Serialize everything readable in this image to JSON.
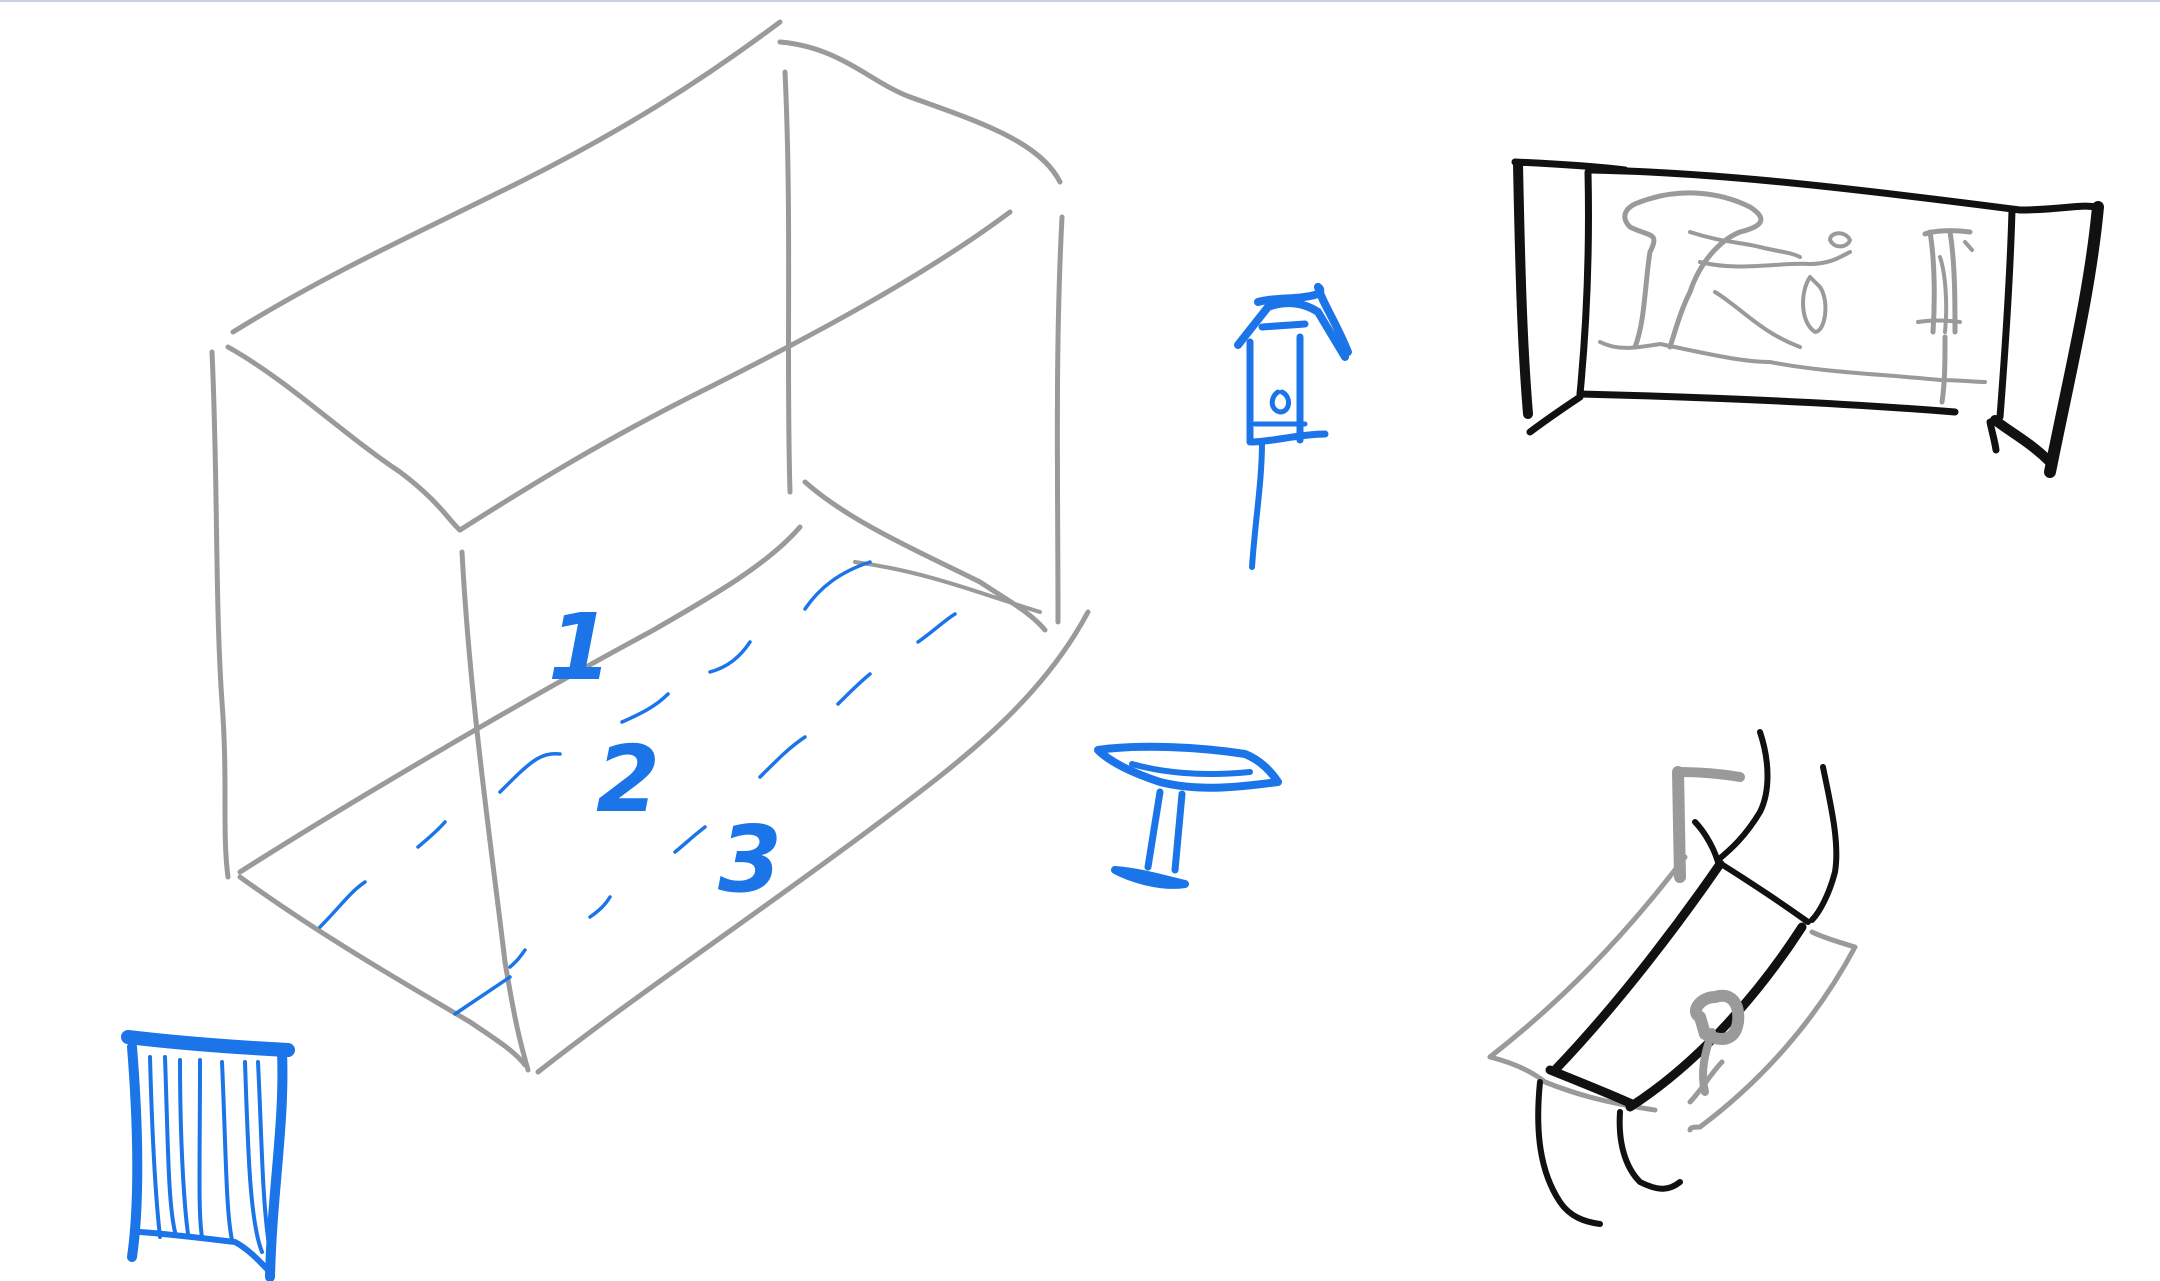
{
  "canvas": {
    "background": "#ffffff",
    "top_border_color": "#c8d0dc"
  },
  "colors": {
    "gray_ink": "#9a9a9a",
    "blue_ink": "#1b74e8",
    "black_ink": "#111111"
  },
  "labels": {
    "one": "1",
    "two": "2",
    "three": "3"
  },
  "icons": [
    "wireframe-box-sketch",
    "birdhouse-icon",
    "birdbath-icon",
    "framed-picture-icon",
    "curtain-icon",
    "hinged-panel-icon"
  ]
}
